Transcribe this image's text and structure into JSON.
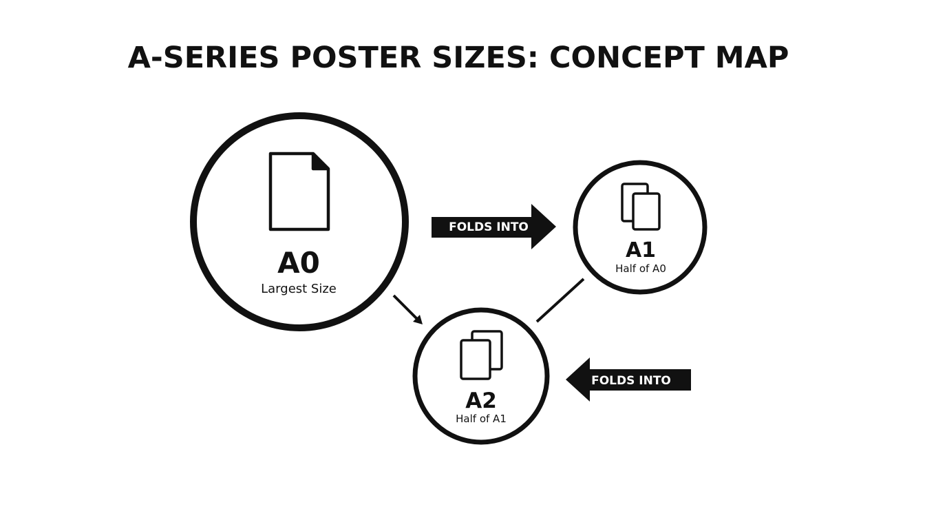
{
  "title": "A-SERIES POSTER SIZES: CONCEPT MAP",
  "nodes": {
    "a0": {
      "name": "A0",
      "subtitle": "Largest Size",
      "icon": "document-icon"
    },
    "a1": {
      "name": "A1",
      "subtitle": "Half of A0",
      "icon": "stacked-pages-icon"
    },
    "a2": {
      "name": "A2",
      "subtitle": "Half of A1",
      "icon": "stacked-pages-icon"
    }
  },
  "arrows": {
    "a0_to_a1": {
      "label": "FOLDS INTO",
      "direction": "right"
    },
    "into_a2": {
      "label": "FOLDS INTO",
      "direction": "left"
    }
  },
  "colors": {
    "ink": "#111111",
    "background": "#ffffff"
  }
}
